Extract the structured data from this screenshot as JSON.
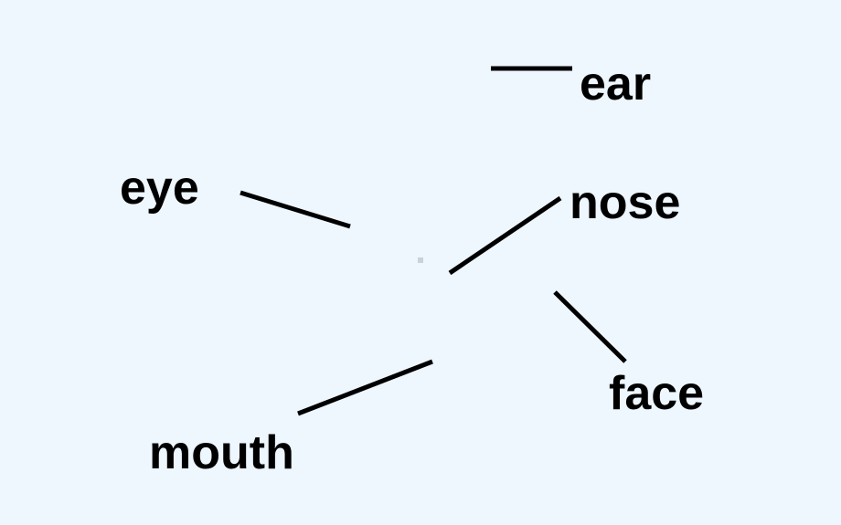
{
  "labels": {
    "ear": "ear",
    "eye": "eye",
    "nose": "nose",
    "face": "face",
    "mouth": "mouth"
  },
  "colors": {
    "background": "#eef6fe",
    "text": "#000000",
    "line": "#000000"
  }
}
